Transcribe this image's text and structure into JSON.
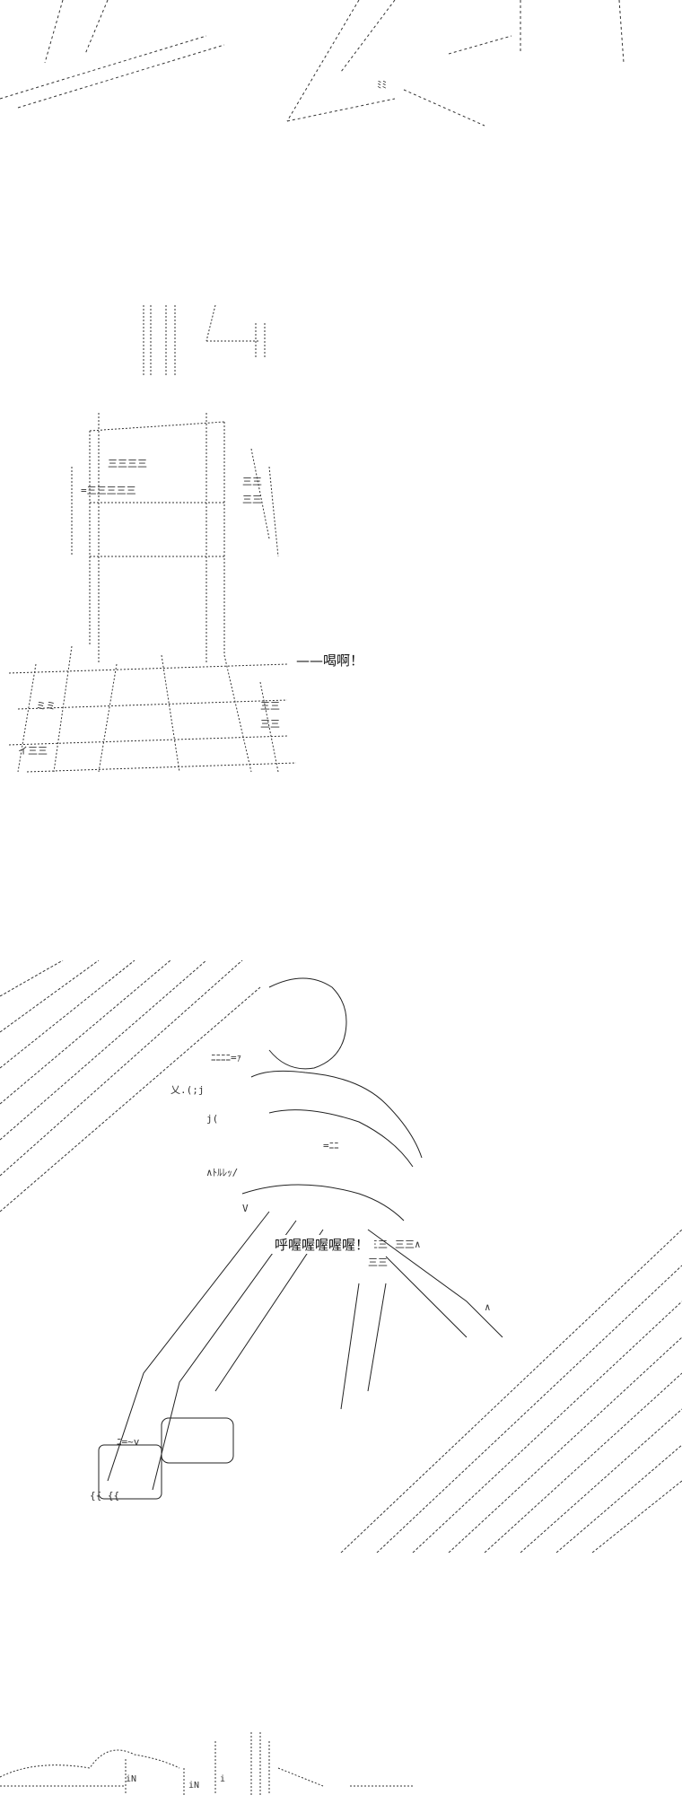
{
  "page": {
    "background": "#ffffff",
    "ink": "#111111"
  },
  "panels": {
    "top": {
      "name": "speed-lines-fragment"
    },
    "tower": {
      "name": "crowd-tower-art",
      "sound_effect": "——喝啊！"
    },
    "roar": {
      "name": "roaring-figure-art",
      "sound_effect": "呼喔喔喔喔喔！"
    },
    "bottom": {
      "name": "bottom-fragment-art"
    }
  }
}
